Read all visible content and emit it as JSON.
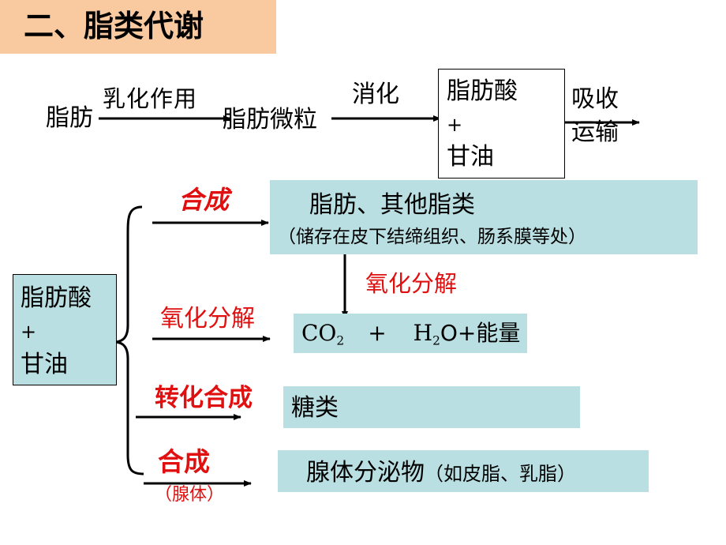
{
  "title": "二、脂类代谢",
  "top_flow": {
    "fat": "脂肪",
    "emulsify": "乳化作用",
    "micelle": "脂肪微粒",
    "digest": "消化",
    "product_line1": "脂肪酸",
    "product_plus": "+",
    "product_line2": "甘油",
    "absorb_line1": "吸收",
    "absorb_line2": "运输"
  },
  "source": {
    "line1": "脂肪酸",
    "plus": "+",
    "line2": "甘油"
  },
  "branches": [
    {
      "label": "合成",
      "target": "脂肪、其他脂类",
      "note": "（储存在皮下结缔组织、肠系膜等处）"
    },
    {
      "label": "氧化分解",
      "co2_main": "CO",
      "co2_sub": "2",
      "plus": "+",
      "h2o_h": "H",
      "h2o_sub": "2",
      "h2o_rest": "O+能量"
    },
    {
      "label": "转化合成",
      "target": "糖类"
    },
    {
      "label": "合成",
      "label_note": "（腺体）",
      "target": "腺体分泌物",
      "note": "（如皮脂、乳脂）"
    }
  ],
  "down_arrow_label": "氧化分解",
  "colors": {
    "title_bg": "#f9c9a0",
    "teal": "#b9dfe2",
    "red": "#e01010"
  }
}
